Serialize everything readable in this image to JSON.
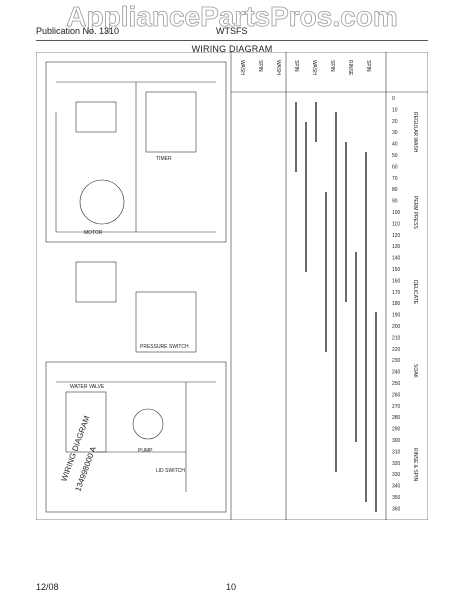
{
  "watermark": "AppliancePartsPros.com",
  "header": {
    "brand": "Publication No. 1310",
    "model": "WTSFS",
    "title": "WIRING DIAGRAM"
  },
  "diagram": {
    "stamp_line1": "WIRING DIAGRAM",
    "stamp_line2": "134998000 A",
    "motor_label": "MOTOR",
    "timer_label": "TIMER",
    "lid_switch": "LID SWITCH",
    "water_valve": "WATER VALVE",
    "pressure_switch": "PRESSURE SWITCH",
    "pump": "PUMP",
    "col_headers": [
      "WASH",
      "SPIN",
      "WASH",
      "SPIN",
      "WASH",
      "SPIN",
      "RINSE",
      "SPIN"
    ],
    "ticks": [
      "0",
      "10",
      "20",
      "30",
      "40",
      "50",
      "60",
      "70",
      "80",
      "90",
      "100",
      "110",
      "120",
      "130",
      "140",
      "150",
      "160",
      "170",
      "180",
      "190",
      "200",
      "210",
      "220",
      "230",
      "240",
      "250",
      "260",
      "270",
      "280",
      "290",
      "300",
      "310",
      "320",
      "330",
      "340",
      "350",
      "360"
    ],
    "zones": [
      "REGULAR WASH",
      "PERM PRESS",
      "DELICATE",
      "SOAK",
      "RINSE & SPIN"
    ]
  },
  "footer": {
    "date": "12/08",
    "page": "10"
  }
}
